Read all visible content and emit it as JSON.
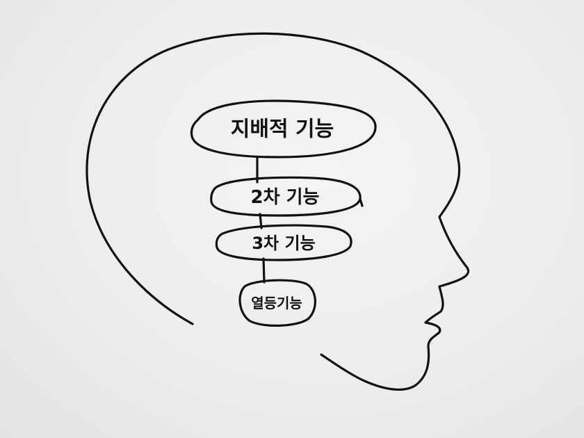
{
  "diagram": {
    "nodes": [
      {
        "id": "dominant",
        "label": "지배적 기능"
      },
      {
        "id": "secondary",
        "label": "2차 기능"
      },
      {
        "id": "tertiary",
        "label": "3차 기능"
      },
      {
        "id": "inferior",
        "label": "열등기능"
      }
    ],
    "edges": [
      {
        "from": "dominant",
        "to": "secondary"
      },
      {
        "from": "secondary",
        "to": "tertiary"
      },
      {
        "from": "tertiary",
        "to": "inferior"
      }
    ]
  }
}
